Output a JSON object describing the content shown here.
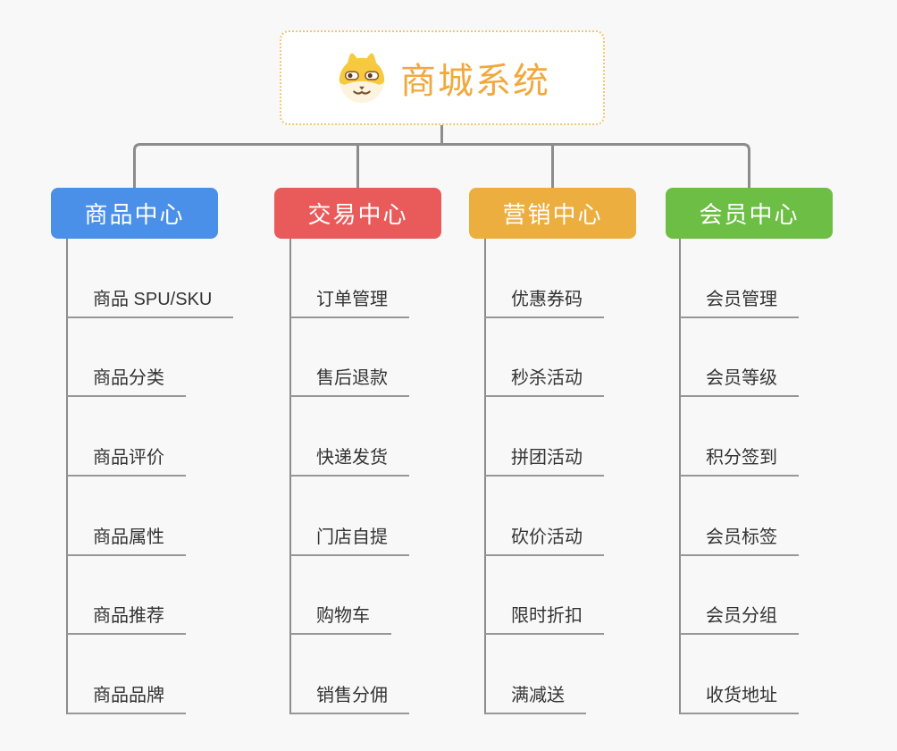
{
  "root": {
    "title": "商城系统",
    "icon": "dog-face-icon"
  },
  "branches": [
    {
      "label": "商品中心",
      "color": "#4a90e8",
      "children": [
        "商品 SPU/SKU",
        "商品分类",
        "商品评价",
        "商品属性",
        "商品推荐",
        "商品品牌"
      ]
    },
    {
      "label": "交易中心",
      "color": "#e95b5b",
      "children": [
        "订单管理",
        "售后退款",
        "快递发货",
        "门店自提",
        "购物车",
        "销售分佣"
      ]
    },
    {
      "label": "营销中心",
      "color": "#ecae3f",
      "children": [
        "优惠券码",
        "秒杀活动",
        "拼团活动",
        "砍价活动",
        "限时折扣",
        "满减送"
      ]
    },
    {
      "label": "会员中心",
      "color": "#6dbe45",
      "children": [
        "会员管理",
        "会员等级",
        "积分签到",
        "会员标签",
        "会员分组",
        "收货地址"
      ]
    }
  ],
  "colors": {
    "root_border": "#f3c573",
    "root_text": "#f0a93e",
    "connector": "#8c8c8c",
    "leaf_text": "#333333",
    "background": "#f8f8f8"
  }
}
